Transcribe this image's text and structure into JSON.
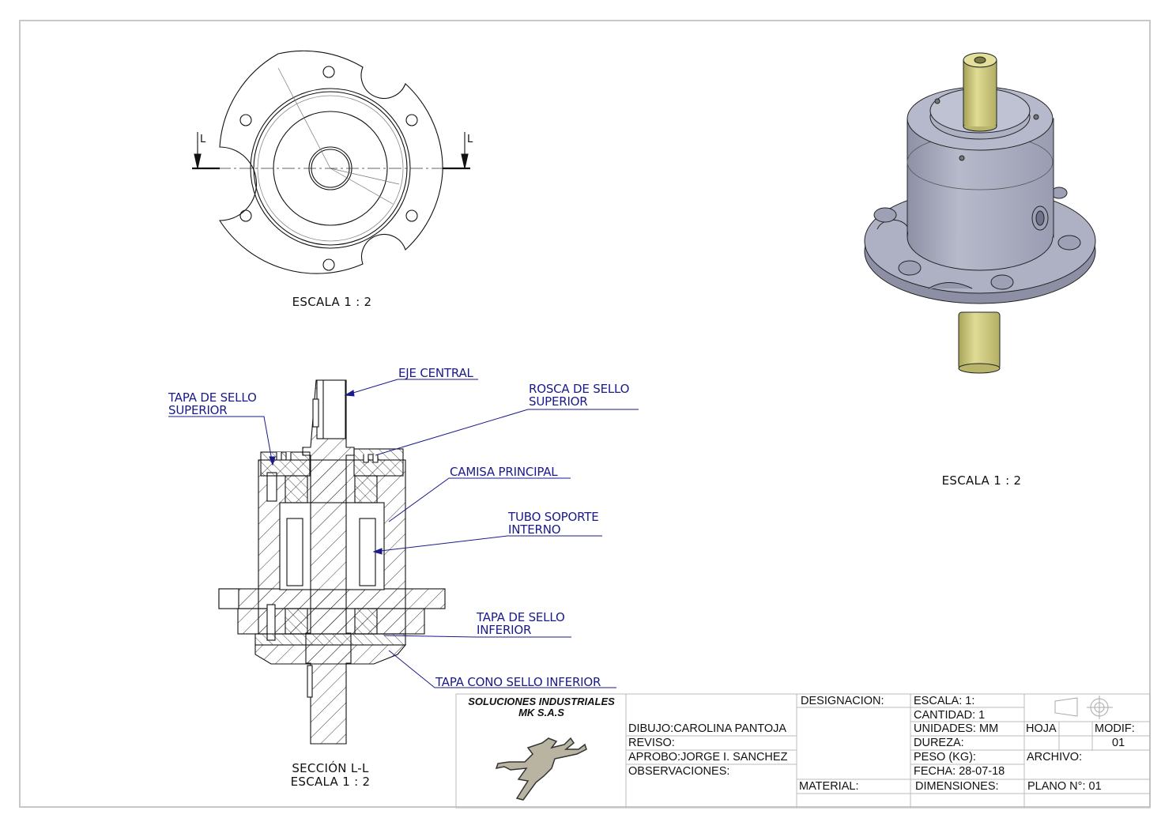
{
  "sheet": {
    "top_view": {
      "scale_caption": "ESCALA 1 : 2",
      "section_marker": "L"
    },
    "iso_view": {
      "scale_caption": "ESCALA 1 : 2"
    },
    "section_view": {
      "caption_line1": "SECCIÓN L-L",
      "caption_line2": "ESCALA 1 : 2",
      "callouts": [
        {
          "line1": "EJE CENTRAL",
          "line2": ""
        },
        {
          "line1": "TAPA DE SELLO",
          "line2": "SUPERIOR"
        },
        {
          "line1": "ROSCA DE SELLO",
          "line2": "SUPERIOR"
        },
        {
          "line1": "CAMISA PRINCIPAL",
          "line2": ""
        },
        {
          "line1": "TUBO SOPORTE",
          "line2": "INTERNO"
        },
        {
          "line1": "TAPA DE SELLO",
          "line2": "INFERIOR"
        },
        {
          "line1": "TAPA CONO SELLO INFERIOR",
          "line2": ""
        }
      ]
    }
  },
  "title_block": {
    "company_line1": "SOLUCIONES INDUSTRIALES",
    "company_line2": "MK S.A.S",
    "logo": "lizard-logo-mk",
    "dibujo": "DIBUJO:CAROLINA PANTOJA",
    "reviso": "REVISO:",
    "aprobo": "APROBO:JORGE I. SANCHEZ",
    "observaciones": "OBSERVACIONES:",
    "designacion": "DESIGNACION:",
    "material": "MATERIAL:",
    "escala": "ESCALA:  1:",
    "cantidad": "CANTIDAD: 1",
    "unidades": "UNIDADES: MM",
    "dureza": "DUREZA:",
    "peso": "PESO (KG):",
    "fecha": "FECHA: 28-07-18",
    "dimensiones": "DIMENSIONES:",
    "hoja": "HOJA",
    "modif_label": "MODIF:",
    "modif_value": "01",
    "archivo": "ARCHIVO:",
    "plano": "PLANO N°: 01",
    "projection_symbol": "first-angle-projection-icon"
  },
  "colors": {
    "callout": "#1a1a8a",
    "frame": "#c8c8c8",
    "shaft": "#d8d48a",
    "body": "#a9acc0"
  }
}
